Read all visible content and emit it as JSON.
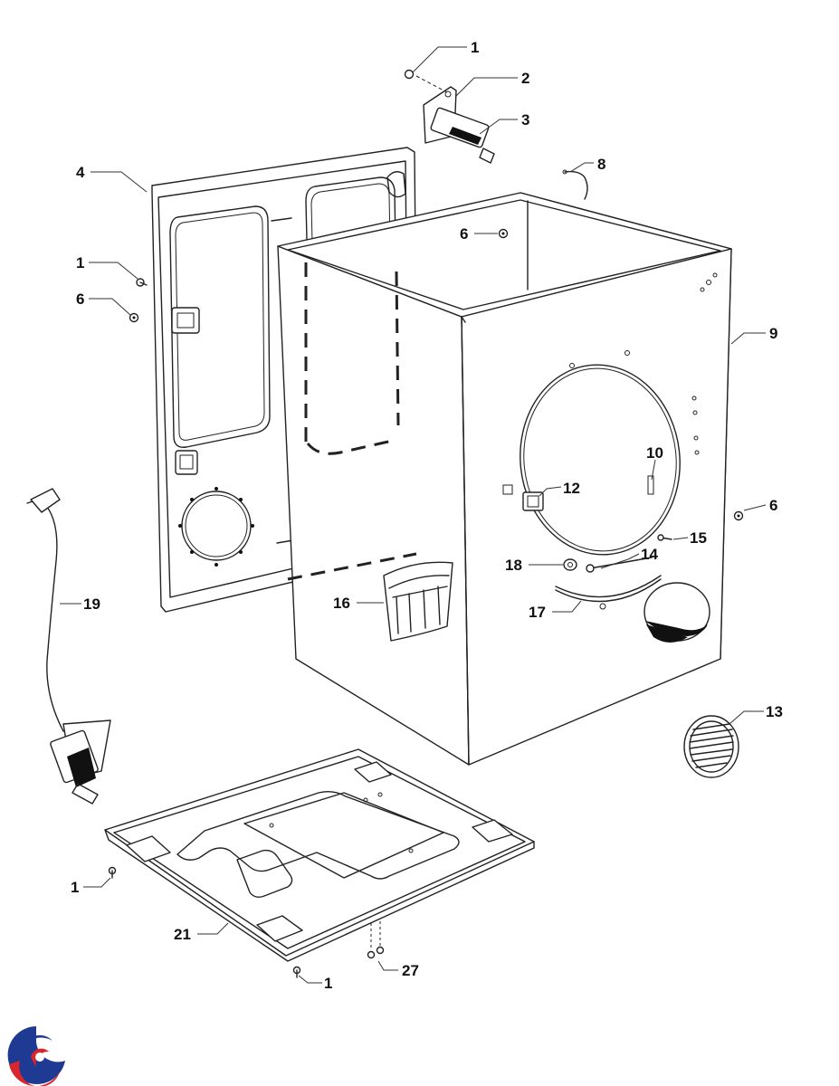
{
  "callouts": [
    {
      "label": "1"
    },
    {
      "label": "2"
    },
    {
      "label": "3"
    },
    {
      "label": "8"
    },
    {
      "label": "4"
    },
    {
      "label": "6"
    },
    {
      "label": "1"
    },
    {
      "label": "6"
    },
    {
      "label": "9"
    },
    {
      "label": "10"
    },
    {
      "label": "12"
    },
    {
      "label": "6"
    },
    {
      "label": "15"
    },
    {
      "label": "18"
    },
    {
      "label": "14"
    },
    {
      "label": "16"
    },
    {
      "label": "17"
    },
    {
      "label": "19"
    },
    {
      "label": "13"
    },
    {
      "label": "1"
    },
    {
      "label": "21"
    },
    {
      "label": "27"
    },
    {
      "label": "1"
    }
  ],
  "logo": {
    "icon": "brand-swirl-logo-icon",
    "colors": [
      "#1f3a93",
      "#d9262c"
    ]
  }
}
